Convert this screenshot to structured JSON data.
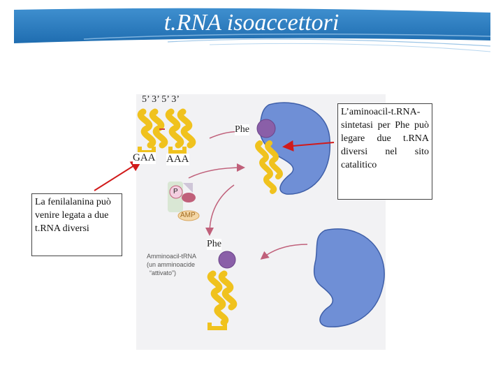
{
  "slide": {
    "title": "t.RNA isoaccettori",
    "colors": {
      "header": "#2d7fc1",
      "arrow": "#d11a1a",
      "trna": "#f0c21e",
      "enzyme": "#6f8fd6",
      "phe": "#8a5fa8"
    }
  },
  "diagram": {
    "ends_label": "5’ 3’ 5’ 3’",
    "phe_label_top": "Phe",
    "anticodon_1": "GAA",
    "anticodon_2": "AAA",
    "phe_label_bottom": "Phe",
    "p_label": "P",
    "amp_label": "AMP",
    "aminoacyl_caption": [
      "Amminoacil-tRNA",
      "(un amminoacide",
      "“attivato”)"
    ]
  },
  "callouts": {
    "left": "La fenilalanina può venire legata a due t.RNA diversi",
    "right": "L’aminoacil-t.RNA-sintetasi per Phe può legare due t.RNA diversi nel sito catalitico"
  }
}
